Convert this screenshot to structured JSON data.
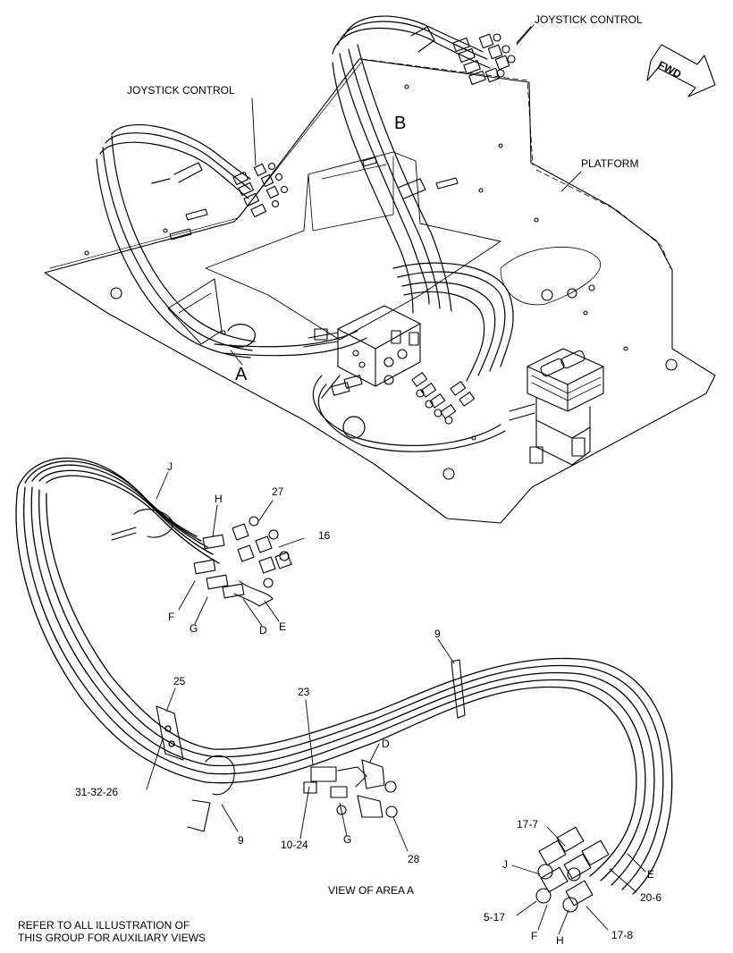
{
  "labels": {
    "joystick_control_top": "JOYSTICK CONTROL",
    "joystick_control_left": "JOYSTICK CONTROL",
    "fwd": "FWD",
    "platform": "PLATFORM",
    "area_a": "A",
    "area_b": "B",
    "callout_j_upper": "J",
    "callout_h_upper": "H",
    "callout_27": "27",
    "callout_16": "16",
    "callout_f_upper": "F",
    "callout_g_upper": "G",
    "callout_d_upper": "D",
    "callout_e_upper": "E",
    "callout_9_right": "9",
    "callout_25": "25",
    "callout_23": "23",
    "callout_d_lower": "D",
    "callout_31_32_26": "31-32-26",
    "callout_9_lower": "9",
    "callout_10_24": "10-24",
    "callout_g_lower": "G",
    "callout_28": "28",
    "view_of_area_a": "VIEW OF AREA A",
    "callout_17_7": "17-7",
    "callout_j_lower": "J",
    "callout_e_lower": "E",
    "callout_20_6": "20-6",
    "callout_5_17": "5-17",
    "callout_f_lower": "F",
    "callout_h_lower": "H",
    "callout_17_8": "17-8"
  },
  "footnote": {
    "line1": "REFER TO ALL ILLUSTRATION OF",
    "line2": "THIS GROUP FOR AUXILIARY VIEWS"
  }
}
